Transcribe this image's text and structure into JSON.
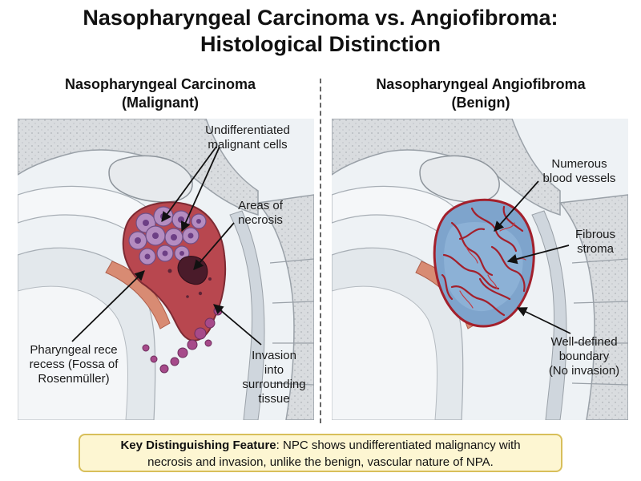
{
  "title_line1": "Nasopharyngeal Carcinoma vs. Angiofibroma:",
  "title_line2": "Histological Distinction",
  "left": {
    "heading_line1": "Nasopharyngeal Carcinoma",
    "heading_line2": "(Malignant)",
    "labels": {
      "cells_line1": "Undifferentiated",
      "cells_line2": "malignant cells",
      "necrosis_line1": "Areas of",
      "necrosis_line2": "necrosis",
      "recess_line1": "Pharyngeal rece",
      "recess_line2": "recess (Fossa of",
      "recess_line3": "Rosenmüller)",
      "invasion_line1": "Invasion",
      "invasion_line2": "into",
      "invasion_line3": "surrounding",
      "invasion_line4": "tissue"
    }
  },
  "right": {
    "heading_line1": "Nasopharyngeal Angiofibroma",
    "heading_line2": "(Benign)",
    "labels": {
      "vessels_line1": "Numerous",
      "vessels_line2": "blood vessels",
      "stroma_line1": "Fibrous",
      "stroma_line2": "stroma",
      "boundary_line1": "Well-defined",
      "boundary_line2": "boundary",
      "boundary_line3": "(No invasion)"
    }
  },
  "key": {
    "label": "Key Distinguishing Feature",
    "text_line1": ": NPC shows undifferentiated malignancy with",
    "text_line2": "necrosis and invasion, unlike the benign, vascular nature of NPA."
  },
  "colors": {
    "tumor_red": "#b8474f",
    "cell_purple": "#b48cc0",
    "vascular_blue": "#7ea4cc",
    "vessel_red": "#a3202c",
    "key_fill": "#fdf6d2",
    "key_border": "#d8bf5a"
  }
}
